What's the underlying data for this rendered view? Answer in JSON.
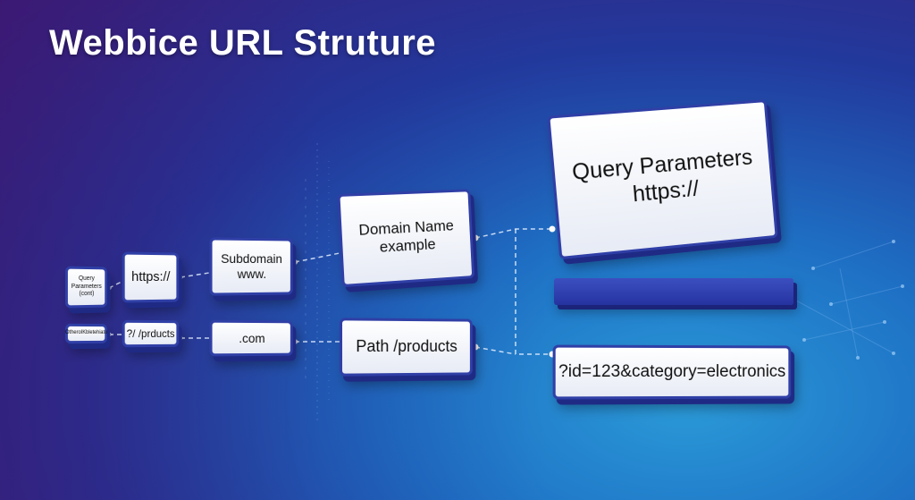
{
  "title": "Webbice URL Struture",
  "nodes": {
    "tiny_query": "Query Parameters (cont)",
    "tiny_other": "OtheroIKbletehiato",
    "small_https": "https://",
    "small_products": "?/ /prducts",
    "subdomain_1": "Subdomain",
    "subdomain_2": "www.",
    "dotcom": ".com",
    "domain_1": "Domain Name",
    "domain_2": "example",
    "path": "Path /products",
    "query_1": "Query Parameters",
    "query_2": "https://",
    "query_string": "?id=123&category=electronics"
  }
}
